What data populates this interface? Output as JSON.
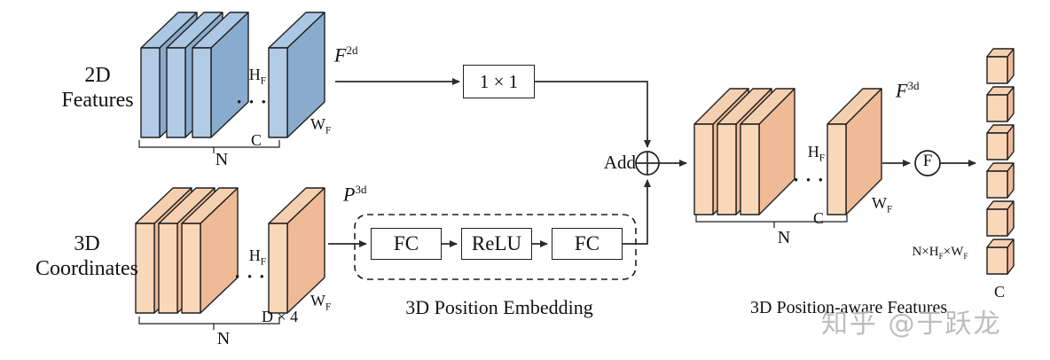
{
  "colors": {
    "c_blue_front": "#b3cce6",
    "c_blue_side": "#89abcd",
    "c_blue_top": "#abc7e3",
    "c_orange_front": "#f9d7b9",
    "c_orange_side": "#efba96",
    "c_orange_top": "#f5d0b0",
    "c_outline": "#1f1f1f",
    "c_line": "#2a2a2a",
    "c_text": "#111111",
    "c_watermark": "#b6b6b6"
  },
  "left_top": {
    "title_line1": "2D",
    "title_line2": "Features",
    "height": "H",
    "height_sub": "F",
    "width": "W",
    "width_sub": "F",
    "channel": "C",
    "count": "N",
    "dots": "• • •",
    "tensor": "F",
    "tensor_sup": "2d"
  },
  "left_bottom": {
    "title_line1": "3D",
    "title_line2": "Coordinates",
    "height": "H",
    "height_sub": "F",
    "width": "W",
    "width_sub": "F",
    "depth": "D × 4",
    "count": "N",
    "dots": "• • •",
    "tensor": "P",
    "tensor_sup": "3d"
  },
  "conv": {
    "label": "1 × 1"
  },
  "add": {
    "label": "Add"
  },
  "embedding": {
    "fc1": "FC",
    "relu": "ReLU",
    "fc2": "FC",
    "caption": "3D Position Embedding"
  },
  "right_group": {
    "height": "H",
    "height_sub": "F",
    "width": "W",
    "width_sub": "F",
    "channel": "C",
    "count": "N",
    "dots": "• • •",
    "tensor": "F",
    "tensor_sup": "3d",
    "caption": "3D Position-aware Features"
  },
  "flatten": {
    "op": "F",
    "dims_prefix": "N×H",
    "dims_sub1": "F",
    "dims_mid": "×W",
    "dims_sub2": "F",
    "channel": "C"
  },
  "watermark": "知乎 @于跃龙"
}
